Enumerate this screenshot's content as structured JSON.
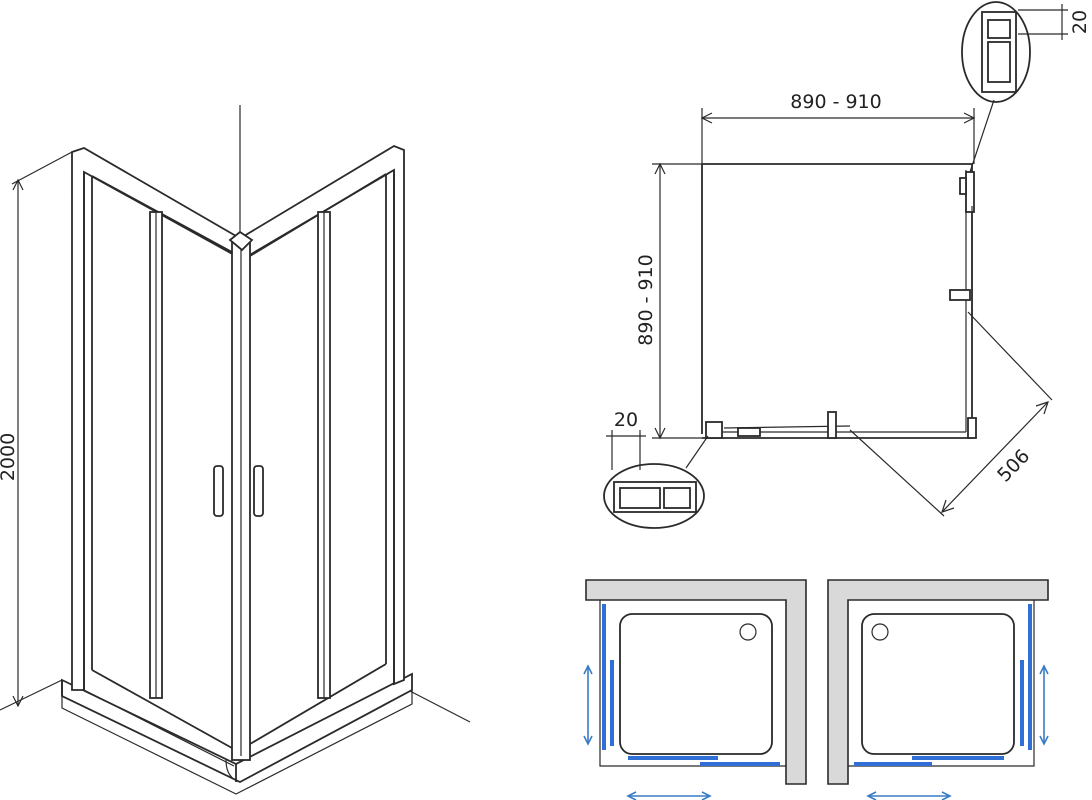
{
  "dimensions": {
    "height": "2000",
    "width": "890 - 910",
    "depth": "890 - 910",
    "profile_top": "20",
    "profile_left": "20",
    "diagonal": "506"
  },
  "colors": {
    "line": "#2a2a2a",
    "wall_fill": "#d9d9d9",
    "accent_blue": "#2f6fd6",
    "arrow_blue": "#3a7cc4"
  }
}
